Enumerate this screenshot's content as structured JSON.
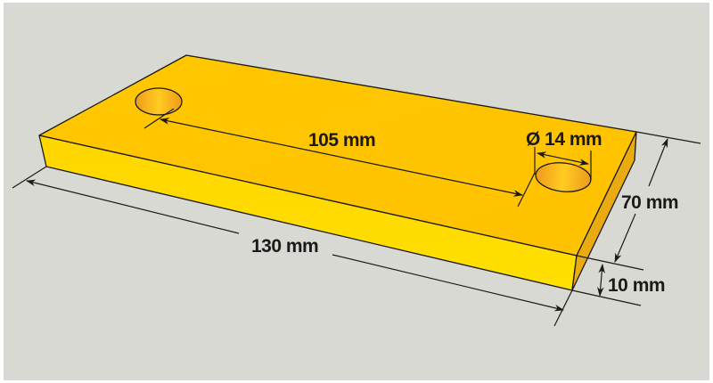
{
  "diagram": {
    "subject": "rectangular plate with two holes",
    "colors": {
      "background": "#d9d9d4",
      "top_face": "#ffc600",
      "front_face": "#ffdb00",
      "side_face": "#e8a90c",
      "hole": "#f2a31b",
      "line": "#1a1a1a"
    },
    "dimensions": {
      "length": "130 mm",
      "width": "70 mm",
      "thickness": "10 mm",
      "hole_spacing": "105 mm",
      "hole_diameter": "Ø 14 mm"
    }
  }
}
